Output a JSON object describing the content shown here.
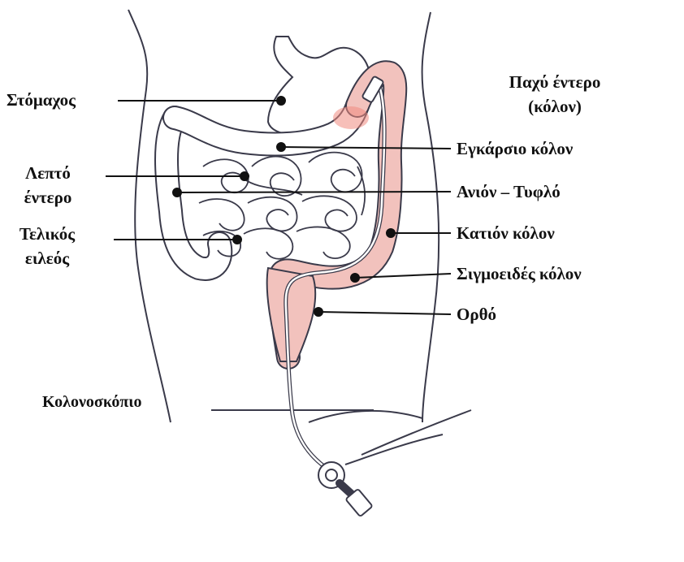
{
  "labels": {
    "large_intestine": [
      "Παχύ έντερο",
      "(κόλον)"
    ],
    "stomach": "Στόμαχος",
    "small_intestine": [
      "Λεπτό",
      "έντερο"
    ],
    "terminal_ileum": [
      "Τελικός",
      "ειλεός"
    ],
    "transverse_colon": "Εγκάρσιο κόλον",
    "ascending_cecum": "Ανιόν – Τυφλό",
    "descending_colon": "Κατιόν κόλον",
    "sigmoid_colon": "Σιγμοειδές κόλον",
    "rectum": "Ορθό",
    "colonoscope": "Κολονοσκόπιο"
  },
  "colors": {
    "outline": "#3a3a4a",
    "intestine_fill": "#ffffff",
    "scoped_colon_fill": "#f2c2bd",
    "scope_tip_glow": "#f08a80",
    "pointer": "#111111"
  }
}
